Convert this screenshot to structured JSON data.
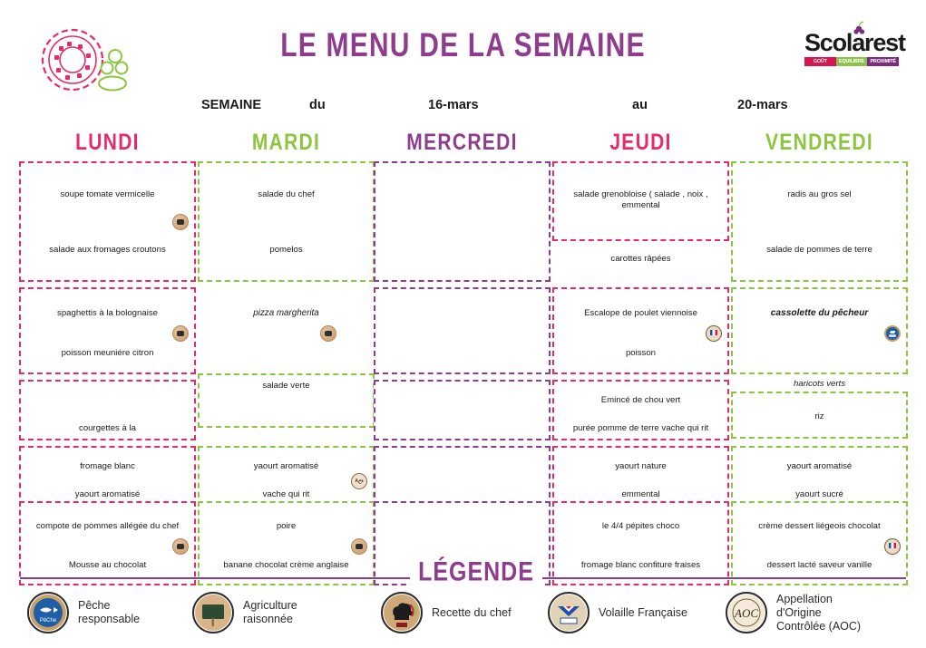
{
  "header": {
    "title": "LE MENU DE LA SEMAINE",
    "brand": {
      "name": "Scolarest",
      "tagline": [
        "GOÛT",
        "EQUILIBRE",
        "PROXIMITÉ"
      ]
    },
    "week": {
      "semaine_label": "SEMAINE",
      "du_label": "du",
      "start_date": "16-mars",
      "au_label": "au",
      "end_date": "20-mars"
    }
  },
  "days": [
    {
      "name": "LUNDI",
      "color": "#e8296b",
      "rows": [
        {
          "boxed": true,
          "items": [
            "soupe tomate vermicelle",
            "salade aux fromages croutons"
          ],
          "badge": "chef"
        },
        {
          "boxed": true,
          "items": [
            "spaghettis à la bolognaise",
            "poisson meuniére citron"
          ],
          "badge": "chef"
        },
        {
          "boxed": true,
          "items": [
            "",
            "courgettes à la"
          ],
          "badge": null
        },
        {
          "boxed": true,
          "items": [
            "fromage blanc",
            "yaourt aromatisé"
          ],
          "badge": null
        },
        {
          "boxed": true,
          "items": [
            "compote de pommes allégée du chef",
            "Mousse au chocolat"
          ],
          "badge": "chef"
        }
      ]
    },
    {
      "name": "MARDI",
      "color": "#8cc63f",
      "rows": [
        {
          "boxed": true,
          "items": [
            "salade du chef",
            "pomelos"
          ],
          "badge": null
        },
        {
          "boxed": false,
          "items": [
            "pizza margherita",
            ""
          ],
          "badge": "chef",
          "italic": true
        },
        {
          "boxed": true,
          "items": [
            "salade verte",
            ""
          ],
          "badge": null
        },
        {
          "boxed": true,
          "items": [
            "yaourt aromatisé",
            "vache qui rit"
          ],
          "badge": "aoc"
        },
        {
          "boxed": true,
          "items": [
            "poire",
            "banane chocolat crème anglaise"
          ],
          "badge": "chef"
        }
      ]
    },
    {
      "name": "MERCREDI",
      "color": "#8e3c8e",
      "rows": [
        {
          "boxed": true,
          "items": [
            "",
            ""
          ],
          "badge": null
        },
        {
          "boxed": true,
          "items": [
            "",
            ""
          ],
          "badge": null
        },
        {
          "boxed": true,
          "items": [
            "",
            ""
          ],
          "badge": null
        },
        {
          "boxed": true,
          "items": [
            "",
            ""
          ],
          "badge": null
        },
        {
          "boxed": true,
          "items": [
            "",
            ""
          ],
          "badge": null
        }
      ]
    },
    {
      "name": "JEUDI",
      "color": "#e8296b",
      "rows": [
        {
          "boxed": true,
          "items": [
            "salade grenobloise ( salade , noix , emmental",
            "carottes râpées"
          ],
          "badge": null
        },
        {
          "boxed": true,
          "items": [
            "Escalope de poulet viennoise",
            "poisson"
          ],
          "badge": "vol"
        },
        {
          "boxed": true,
          "items": [
            "Emincé de chou vert",
            "purée pomme de terre vache qui rit"
          ],
          "badge": null
        },
        {
          "boxed": true,
          "items": [
            "yaourt nature",
            "emmental"
          ],
          "badge": null
        },
        {
          "boxed": true,
          "items": [
            "le 4/4 pépites choco",
            "fromage blanc confiture fraises"
          ],
          "badge": null
        }
      ]
    },
    {
      "name": "VENDREDI",
      "color": "#8cc63f",
      "rows": [
        {
          "boxed": true,
          "items": [
            "radis au gros sel",
            "salade de pommes de terre"
          ],
          "badge": null
        },
        {
          "boxed": true,
          "items": [
            "cassolette du pêcheur",
            ""
          ],
          "badge": "peche",
          "italic": true
        },
        {
          "boxed": true,
          "items": [
            "haricots verts",
            "riz"
          ],
          "badge": null
        },
        {
          "boxed": true,
          "items": [
            "yaourt aromatisé",
            "yaourt sucré"
          ],
          "badge": null
        },
        {
          "boxed": true,
          "items": [
            "crème dessert liégeois chocolat",
            "dessert lacté saveur vanille"
          ],
          "badge": "vol"
        }
      ]
    }
  ],
  "legend": {
    "title": "LÉGENDE",
    "items": [
      {
        "icon": "peche-responsable-icon",
        "label": "Pêche\nresponsable"
      },
      {
        "icon": "agriculture-raisonnee-icon",
        "label": "Agriculture\nraisonnée"
      },
      {
        "icon": "recette-du-chef-icon",
        "label": "Recette du chef"
      },
      {
        "icon": "volaille-francaise-icon",
        "label": "Volaille Française"
      },
      {
        "icon": "aoc-icon",
        "label": "Appellation\nd'Origine\nContrôlée (AOC)"
      }
    ]
  }
}
